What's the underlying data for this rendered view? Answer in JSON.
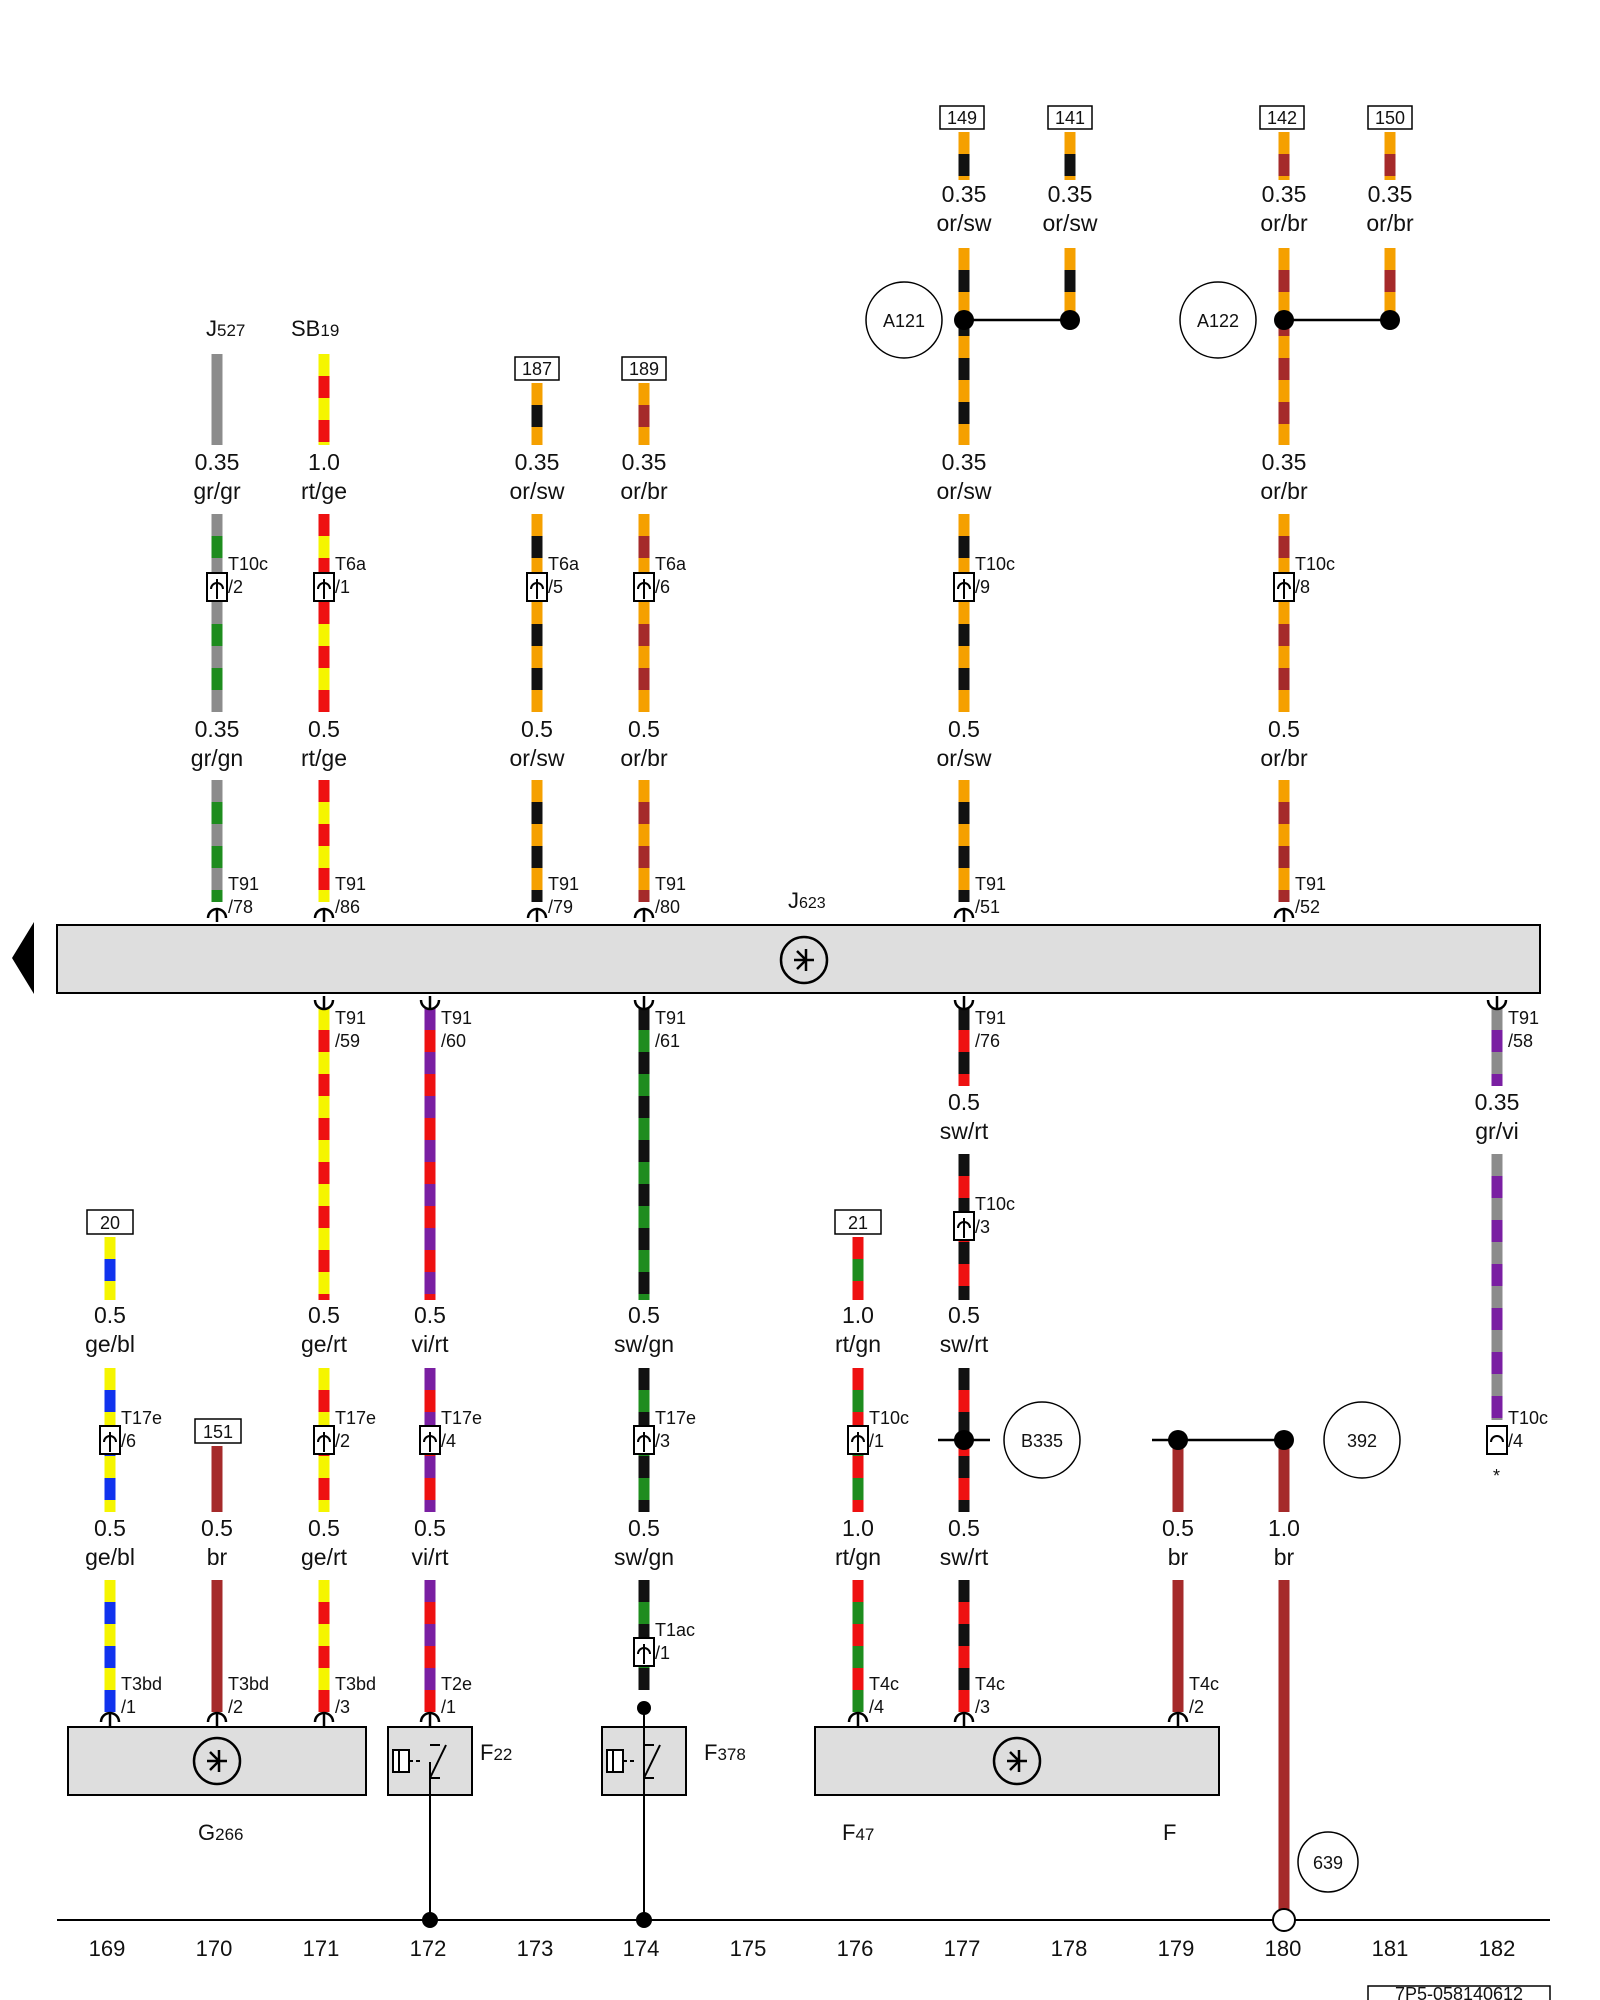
{
  "components": {
    "J527": {
      "name": "J",
      "sub": "527"
    },
    "SB19": {
      "name": "SB",
      "sub": "19"
    },
    "J623": {
      "name": "J",
      "sub": "623"
    },
    "G266": {
      "name": "G",
      "sub": "266"
    },
    "F22": {
      "name": "F",
      "sub": "22"
    },
    "F378": {
      "name": "F",
      "sub": "378"
    },
    "F47": {
      "name": "F",
      "sub": "47"
    },
    "F": {
      "name": "F",
      "sub": ""
    }
  },
  "ref_boxes": [
    "149",
    "141",
    "142",
    "150",
    "187",
    "189",
    "20",
    "151",
    "21"
  ],
  "circles": [
    "A121",
    "A122",
    "B335",
    "392",
    "639"
  ],
  "wire_labels": [
    {
      "gauge": "0.35",
      "color": "or/sw"
    },
    {
      "gauge": "0.35",
      "color": "or/sw"
    },
    {
      "gauge": "0.35",
      "color": "or/br"
    },
    {
      "gauge": "0.35",
      "color": "or/br"
    },
    {
      "gauge": "0.35",
      "color": "gr/gr"
    },
    {
      "gauge": "1.0",
      "color": "rt/ge"
    },
    {
      "gauge": "0.35",
      "color": "or/sw"
    },
    {
      "gauge": "0.35",
      "color": "or/br"
    },
    {
      "gauge": "0.35",
      "color": "or/sw"
    },
    {
      "gauge": "0.35",
      "color": "or/br"
    },
    {
      "gauge": "0.35",
      "color": "gr/gn"
    },
    {
      "gauge": "0.5",
      "color": "rt/ge"
    },
    {
      "gauge": "0.5",
      "color": "or/sw"
    },
    {
      "gauge": "0.5",
      "color": "or/br"
    },
    {
      "gauge": "0.5",
      "color": "or/sw"
    },
    {
      "gauge": "0.5",
      "color": "or/br"
    },
    {
      "gauge": "0.5",
      "color": "sw/rt"
    },
    {
      "gauge": "0.35",
      "color": "gr/vi"
    },
    {
      "gauge": "0.5",
      "color": "ge/bl"
    },
    {
      "gauge": "0.5",
      "color": "ge/rt"
    },
    {
      "gauge": "0.5",
      "color": "vi/rt"
    },
    {
      "gauge": "0.5",
      "color": "sw/gn"
    },
    {
      "gauge": "1.0",
      "color": "rt/gn"
    },
    {
      "gauge": "0.5",
      "color": "sw/rt"
    },
    {
      "gauge": "0.5",
      "color": "ge/bl"
    },
    {
      "gauge": "0.5",
      "color": "br"
    },
    {
      "gauge": "0.5",
      "color": "ge/rt"
    },
    {
      "gauge": "0.5",
      "color": "vi/rt"
    },
    {
      "gauge": "0.5",
      "color": "sw/gn"
    },
    {
      "gauge": "1.0",
      "color": "rt/gn"
    },
    {
      "gauge": "0.5",
      "color": "sw/rt"
    },
    {
      "gauge": "0.5",
      "color": "br"
    },
    {
      "gauge": "1.0",
      "color": "br"
    }
  ],
  "connectors": [
    {
      "name": "T10c",
      "pin": "/2"
    },
    {
      "name": "T6a",
      "pin": "/1"
    },
    {
      "name": "T6a",
      "pin": "/5"
    },
    {
      "name": "T6a",
      "pin": "/6"
    },
    {
      "name": "T10c",
      "pin": "/9"
    },
    {
      "name": "T10c",
      "pin": "/8"
    },
    {
      "name": "T91",
      "pin": "/78"
    },
    {
      "name": "T91",
      "pin": "/86"
    },
    {
      "name": "T91",
      "pin": "/79"
    },
    {
      "name": "T91",
      "pin": "/80"
    },
    {
      "name": "T91",
      "pin": "/51"
    },
    {
      "name": "T91",
      "pin": "/52"
    },
    {
      "name": "T91",
      "pin": "/59"
    },
    {
      "name": "T91",
      "pin": "/60"
    },
    {
      "name": "T91",
      "pin": "/61"
    },
    {
      "name": "T91",
      "pin": "/76"
    },
    {
      "name": "T91",
      "pin": "/58"
    },
    {
      "name": "T10c",
      "pin": "/3"
    },
    {
      "name": "T17e",
      "pin": "/6"
    },
    {
      "name": "T17e",
      "pin": "/2"
    },
    {
      "name": "T17e",
      "pin": "/4"
    },
    {
      "name": "T17e",
      "pin": "/3"
    },
    {
      "name": "T10c",
      "pin": "/1"
    },
    {
      "name": "T10c",
      "pin": "/4"
    },
    {
      "name": "T1ac",
      "pin": "/1"
    },
    {
      "name": "T3bd",
      "pin": "/1"
    },
    {
      "name": "T3bd",
      "pin": "/2"
    },
    {
      "name": "T3bd",
      "pin": "/3"
    },
    {
      "name": "T2e",
      "pin": "/1"
    },
    {
      "name": "T4c",
      "pin": "/4"
    },
    {
      "name": "T4c",
      "pin": "/3"
    },
    {
      "name": "T4c",
      "pin": "/2"
    }
  ],
  "note_asterisk": "*",
  "positions": [
    "169",
    "170",
    "171",
    "172",
    "173",
    "174",
    "175",
    "176",
    "177",
    "178",
    "179",
    "180",
    "181",
    "182"
  ],
  "doc_number": "7P5-058140612",
  "colors": {
    "or": "#f5a000",
    "sw": "#111111",
    "br": "#a52a2a",
    "gr": "#8c8c8c",
    "gn": "#1e8c1e",
    "rt": "#ee1111",
    "ge": "#f5f500",
    "bl": "#1133ee",
    "vi": "#7a1fa2",
    "module_fill": "#dedede"
  }
}
